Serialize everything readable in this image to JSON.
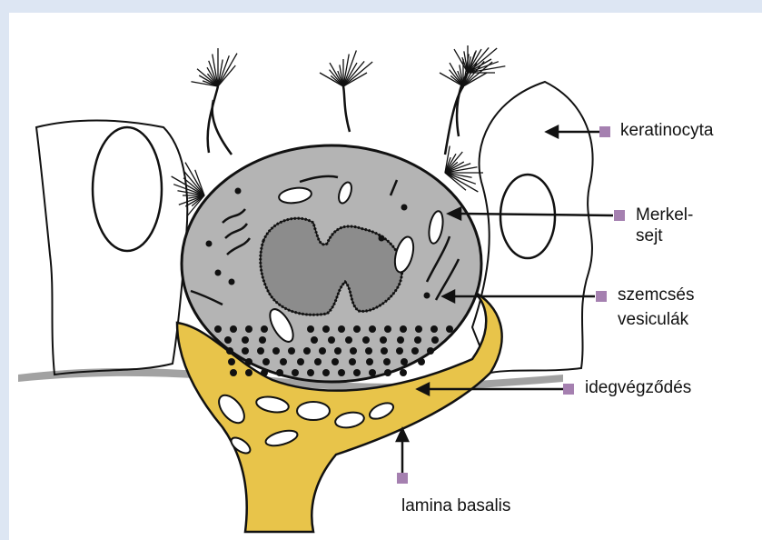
{
  "colors": {
    "background": "#dde6f3",
    "paper": "#ffffff",
    "cell_fill": "#b4b4b4",
    "nucleus_fill": "#8c8c8c",
    "nerve_ending": "#e8c44a",
    "label_marker": "#a580b0",
    "ink": "#111111"
  },
  "labels": {
    "keratinocyta": "keratinocyta",
    "merkel_line1": "Merkel-",
    "merkel_line2": "sejt",
    "szemcses_line1": "szemcsés",
    "szemcses_line2": "vesiculák",
    "idegvegzodes": "idegvégződés",
    "lamina_basalis": "lamina basalis"
  }
}
